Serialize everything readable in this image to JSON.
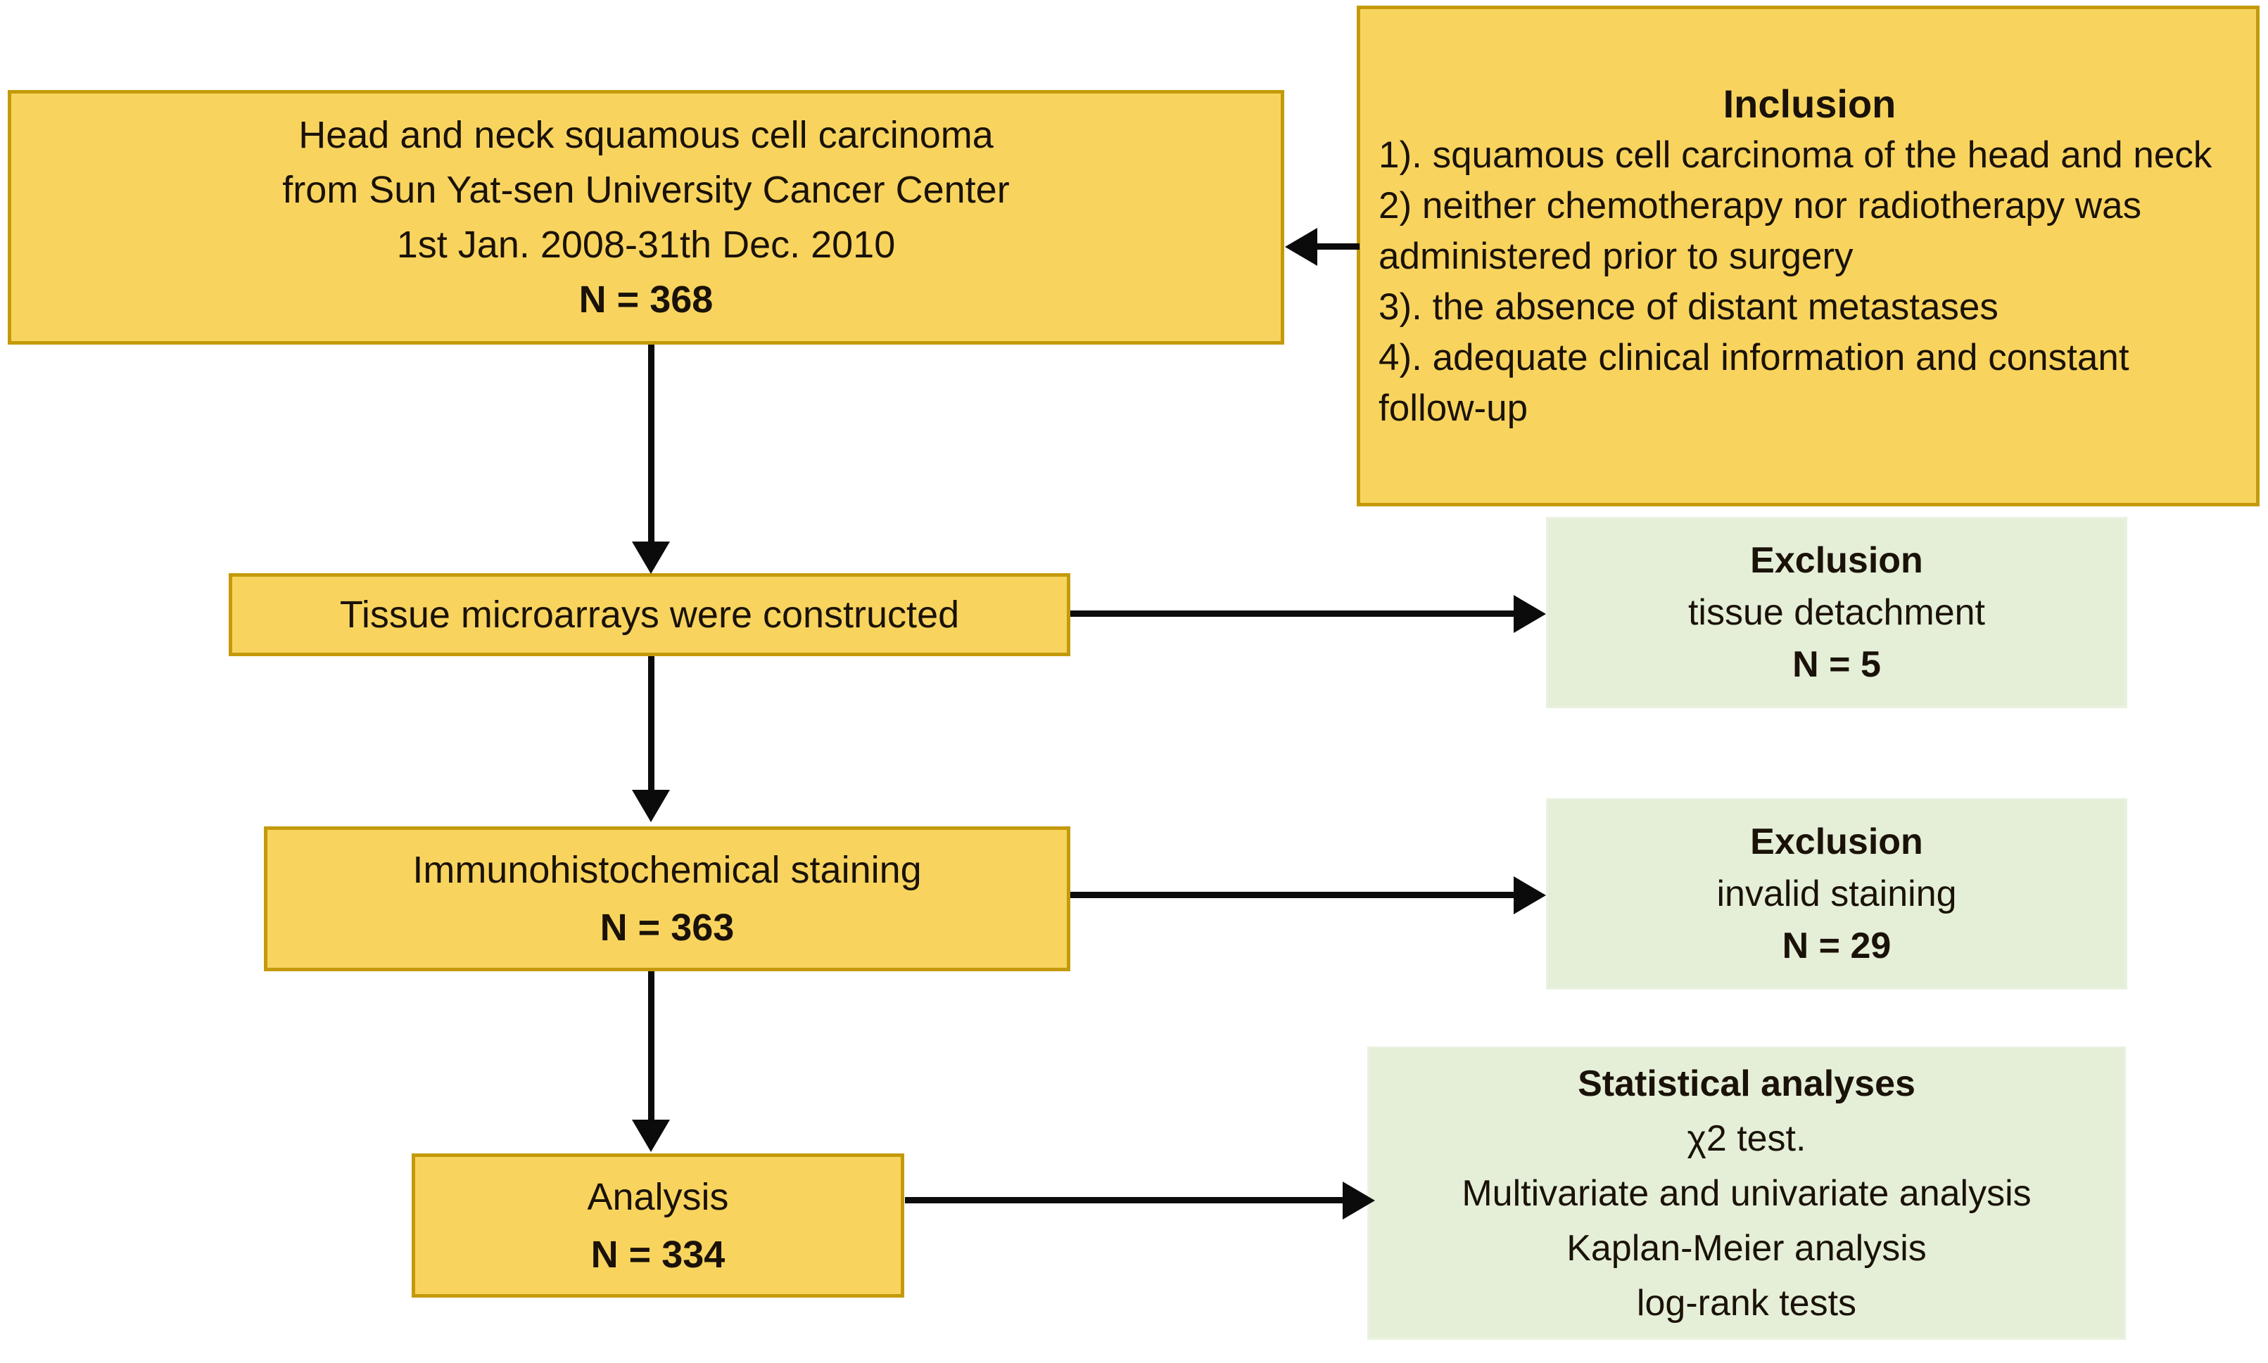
{
  "figure": {
    "type": "flowchart",
    "colors": {
      "box_fill_primary": "#F8D45F",
      "box_border_primary": "#C49A0A",
      "box_fill_secondary": "#E5EFD8",
      "connector": "#0b0b0b",
      "text": "#1a1208",
      "background": "#FFFFFF"
    }
  },
  "nodes": {
    "source": {
      "lines": [
        "Head and neck squamous cell carcinoma",
        "from Sun Yat-sen University Cancer Center",
        "1st Jan. 2008-31th Dec. 2010"
      ],
      "count_label": "N = 368",
      "n": 368
    },
    "inclusion": {
      "heading": "Inclusion",
      "criteria": [
        "1). squamous cell carcinoma of the head and neck",
        "2) neither chemotherapy nor radiotherapy was administered prior to surgery",
        "3). the absence of distant metastases",
        "4). adequate clinical information and constant follow-up"
      ]
    },
    "tissue_microarrays": {
      "title": "Tissue microarrays were constructed"
    },
    "exclusion_detachment": {
      "heading": "Exclusion",
      "reason": "tissue detachment",
      "count_label": "N = 5",
      "n": 5
    },
    "ihc_staining": {
      "title": "Immunohistochemical staining",
      "count_label": "N = 363",
      "n": 363
    },
    "exclusion_invalid_staining": {
      "heading": "Exclusion",
      "reason": "invalid staining",
      "count_label": "N = 29",
      "n": 29
    },
    "analysis": {
      "title": "Analysis",
      "count_label": "N = 334",
      "n": 334
    },
    "statistics": {
      "heading": "Statistical analyses",
      "methods": [
        "χ2 test.",
        "Multivariate and univariate analysis",
        "Kaplan-Meier analysis",
        "log-rank tests"
      ]
    }
  }
}
